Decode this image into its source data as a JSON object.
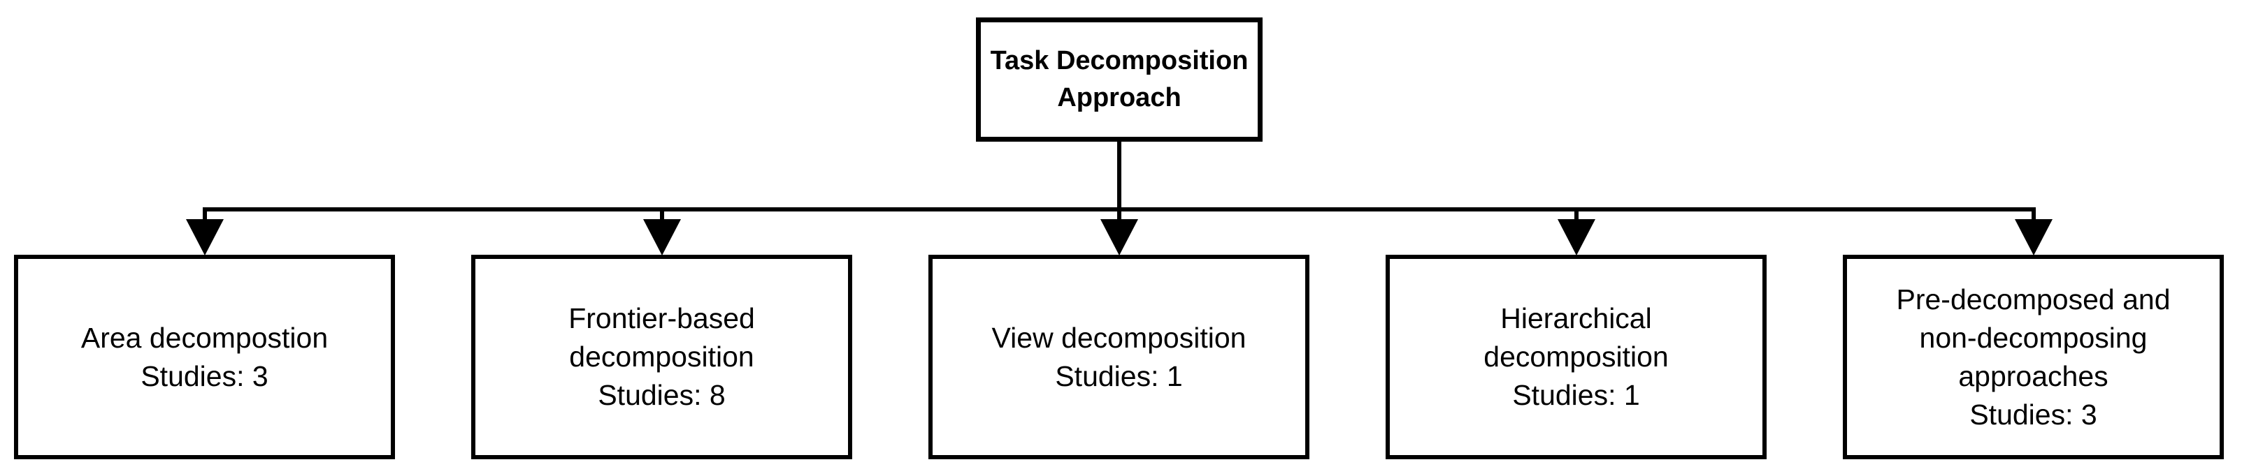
{
  "diagram": {
    "root": {
      "label": "Task Decomposition\nApproach"
    },
    "nodes": [
      {
        "label": "Area decompostion",
        "studies": "Studies: 3"
      },
      {
        "label": "Frontier-based\ndecomposition",
        "studies": "Studies: 8"
      },
      {
        "label": "View decomposition",
        "studies": "Studies: 1"
      },
      {
        "label": "Hierarchical\ndecomposition",
        "studies": "Studies: 1"
      },
      {
        "label": "Pre-decomposed and\nnon-decomposing\napproaches",
        "studies": "Studies: 3"
      }
    ],
    "colors": {
      "line": "#000000",
      "box_fill": "#ffffff",
      "background": "#ffffff",
      "text": "#000000"
    }
  }
}
